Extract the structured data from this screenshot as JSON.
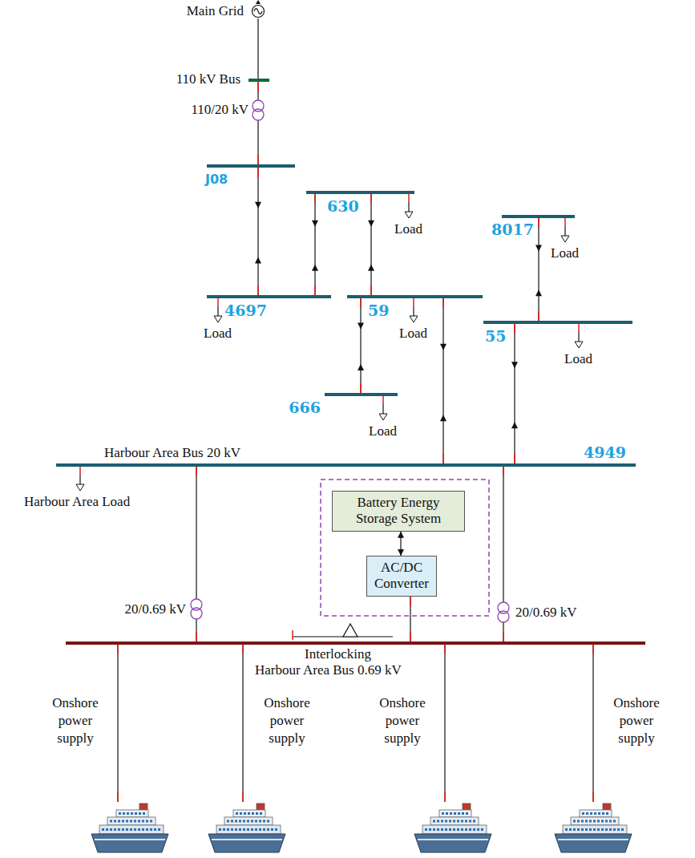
{
  "diagram": {
    "nodes": [
      {
        "text": [
          "Main Grid"
        ]
      },
      {
        "text": [
          "110 kV Bus"
        ]
      },
      {
        "text": [
          "J08"
        ]
      },
      {
        "text": [
          "630"
        ]
      },
      {
        "text": [
          "4697"
        ]
      },
      {
        "text": [
          "59"
        ]
      },
      {
        "text": [
          "8017"
        ]
      },
      {
        "text": [
          "55"
        ]
      },
      {
        "text": [
          "666"
        ]
      },
      {
        "text": [
          "Harbour Area Bus 20 kV",
          "4949"
        ]
      },
      {
        "text": [
          "Battery Energy Storage System"
        ]
      },
      {
        "text": [
          "AC/DC Converter"
        ]
      },
      {
        "text": [
          "Harbour Area Bus 0.69 kV"
        ]
      },
      {
        "text": [
          "Onshore power supply"
        ]
      },
      {
        "text": [
          "Onshore power supply"
        ]
      },
      {
        "text": [
          "Onshore power supply"
        ]
      },
      {
        "text": [
          "Onshore power supply"
        ]
      }
    ],
    "edges": [
      {
        "from": 0,
        "to": 1,
        "arrow": "none"
      },
      {
        "from": 1,
        "to": 2,
        "label": "110/20 kV",
        "arrow": "none"
      },
      {
        "from": 2,
        "to": 4,
        "arrow": "both"
      },
      {
        "from": 3,
        "to": 4,
        "arrow": "both"
      },
      {
        "from": 3,
        "to": 5,
        "arrow": "both"
      },
      {
        "from": 5,
        "to": 8,
        "arrow": "both"
      },
      {
        "from": 6,
        "to": 7,
        "arrow": "both"
      },
      {
        "from": 5,
        "to": 9,
        "arrow": "both"
      },
      {
        "from": 7,
        "to": 9,
        "arrow": "both"
      },
      {
        "from": 9,
        "to": 12,
        "label": "20/0.69 kV",
        "arrow": "none"
      },
      {
        "from": 9,
        "to": 12,
        "label": "20/0.69 kV",
        "arrow": "none"
      },
      {
        "from": 10,
        "to": 11,
        "arrow": "both"
      },
      {
        "from": 11,
        "to": 12,
        "arrow": "none"
      },
      {
        "from": 12,
        "to": 13,
        "arrow": "none"
      },
      {
        "from": 12,
        "to": 14,
        "arrow": "none"
      },
      {
        "from": 12,
        "to": 15,
        "arrow": "none"
      },
      {
        "from": 12,
        "to": 16,
        "arrow": "none"
      }
    ],
    "labels": [
      "Load",
      "Load",
      "Load",
      "Load",
      "Load",
      "Load",
      "Harbour Area Load",
      "Interlocking"
    ]
  }
}
